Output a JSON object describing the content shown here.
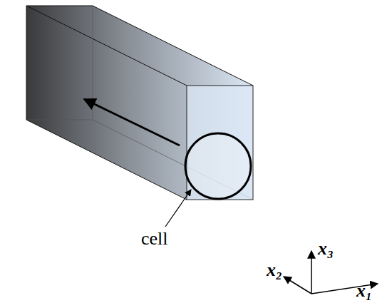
{
  "diagram": {
    "labels": [
      "cell",
      "x₁",
      "x₂",
      "x₃"
    ]
  }
}
